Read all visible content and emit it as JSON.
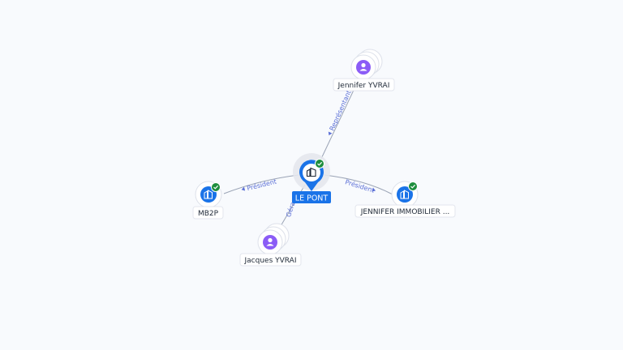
{
  "center": {
    "label": "LE PONT",
    "type": "company",
    "verified": true
  },
  "nodes": [
    {
      "id": "jennifer-yvrai",
      "label": "Jennifer YVRAI",
      "type": "person"
    },
    {
      "id": "mb2p",
      "label": "MB2P",
      "type": "company",
      "verified": true
    },
    {
      "id": "jennifer-immobilier",
      "label": "JENNIFER IMMOBILIER ...",
      "type": "company",
      "verified": true
    },
    {
      "id": "jacques-yvrai",
      "label": "Jacques YVRAI",
      "type": "person"
    }
  ],
  "edges": [
    {
      "to": "jennifer-yvrai",
      "label": "Représentant"
    },
    {
      "to": "mb2p",
      "label": "Président"
    },
    {
      "to": "jennifer-immobilier",
      "label": "Président"
    },
    {
      "to": "jacques-yvrai",
      "label": "Gérant"
    }
  ],
  "colors": {
    "background": "#f8fafd",
    "company_blue": "#1a73e8",
    "person_purple": "#8b5cf6",
    "verified_green": "#1e8e3e",
    "edge_gray": "#9aa3b5",
    "edge_label": "#5b6fd6"
  }
}
